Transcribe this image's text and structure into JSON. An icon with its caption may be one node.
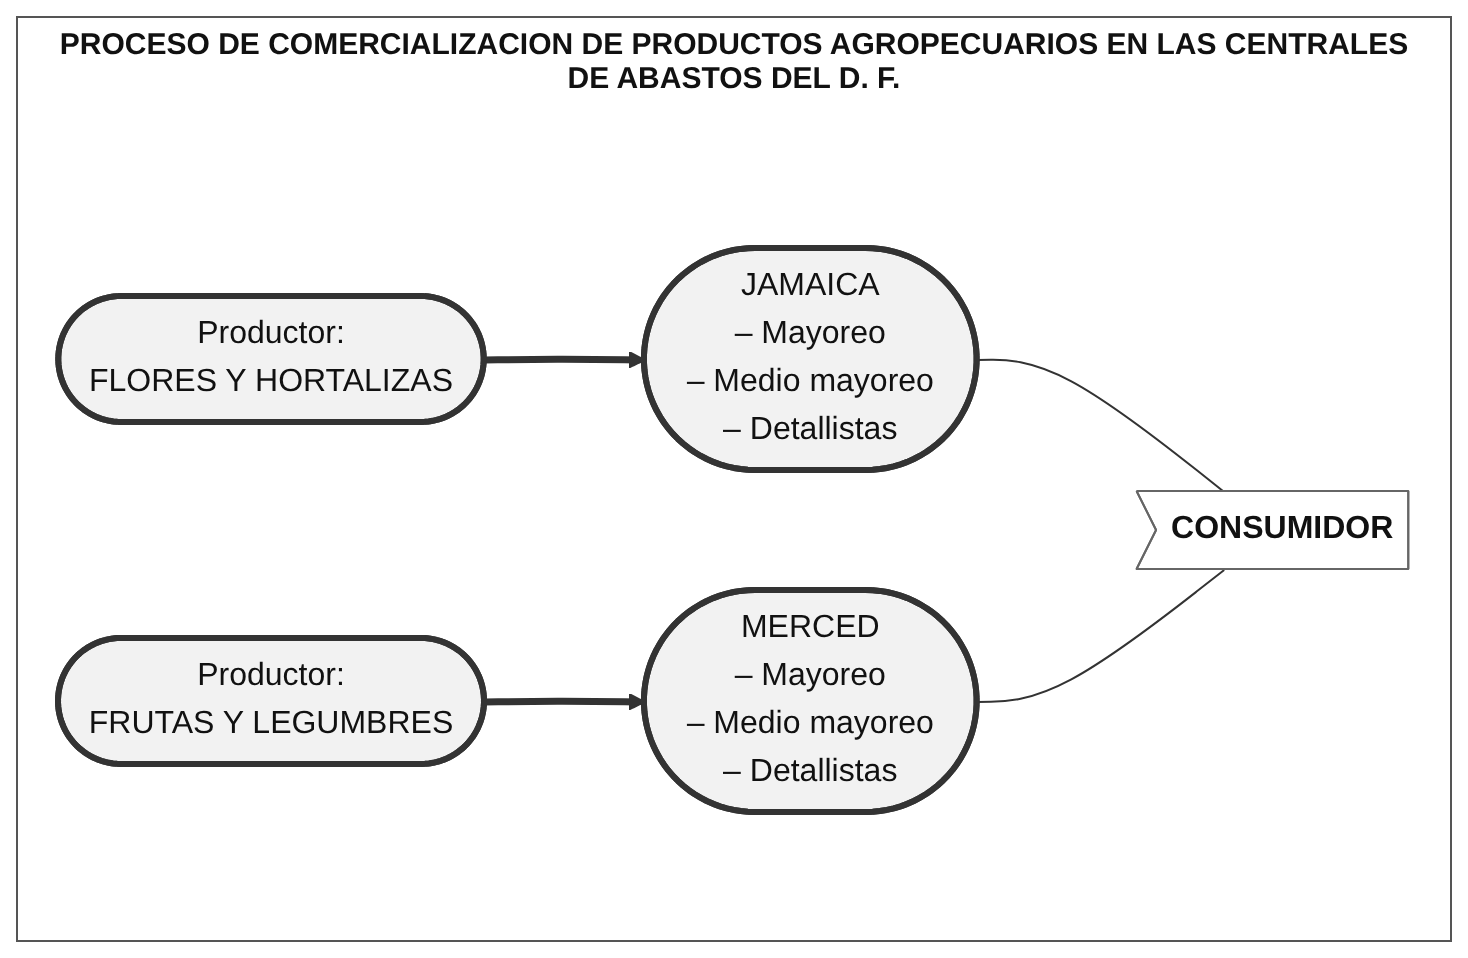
{
  "diagram": {
    "title": "PROCESO DE COMERCIALIZACION DE PRODUCTOS AGROPECUARIOS EN LAS CENTRALES DE ABASTOS DEL D. F.",
    "nodes": [
      {
        "text": [
          "Productor:",
          "FLORES Y HORTALIZAS"
        ]
      },
      {
        "text": [
          "JAMAICA",
          "– Mayoreo",
          "– Medio mayoreo",
          "– Detallistas"
        ]
      },
      {
        "text": [
          "Productor:",
          "FRUTAS Y LEGUMBRES"
        ]
      },
      {
        "text": [
          "MERCED",
          "– Mayoreo",
          "– Medio mayoreo",
          "– Detallistas"
        ]
      },
      {
        "text": [
          "CONSUMIDOR"
        ]
      }
    ],
    "edges": [
      {
        "from": 0,
        "to": 1,
        "arrow": "to",
        "style": "thick"
      },
      {
        "from": 2,
        "to": 3,
        "arrow": "to",
        "style": "thick"
      },
      {
        "from": 1,
        "to": 4,
        "arrow": "none"
      },
      {
        "from": 3,
        "to": 4,
        "arrow": "none"
      }
    ]
  }
}
